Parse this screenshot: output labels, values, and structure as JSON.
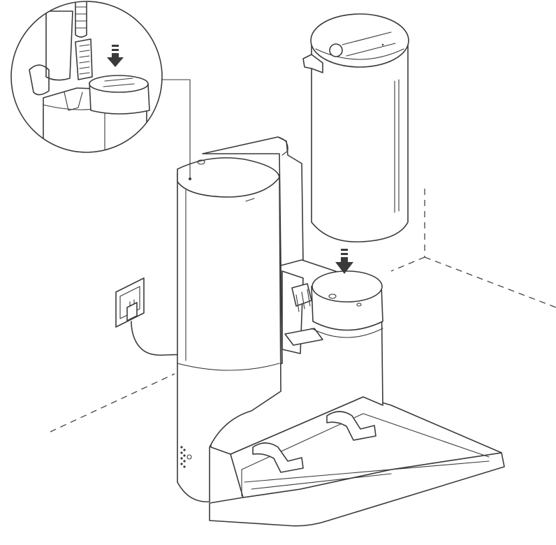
{
  "colors": {
    "line": "#3a3a3a",
    "background": "#ffffff",
    "arrow": "#3a3a3a"
  },
  "figure": {
    "parts": [
      "wall-outlet",
      "power-cord",
      "dock-station",
      "dust-bag-tank",
      "base-ramp",
      "inset-magnifier"
    ],
    "arrows": [
      "down-arrow-main",
      "down-arrow-inset"
    ]
  }
}
